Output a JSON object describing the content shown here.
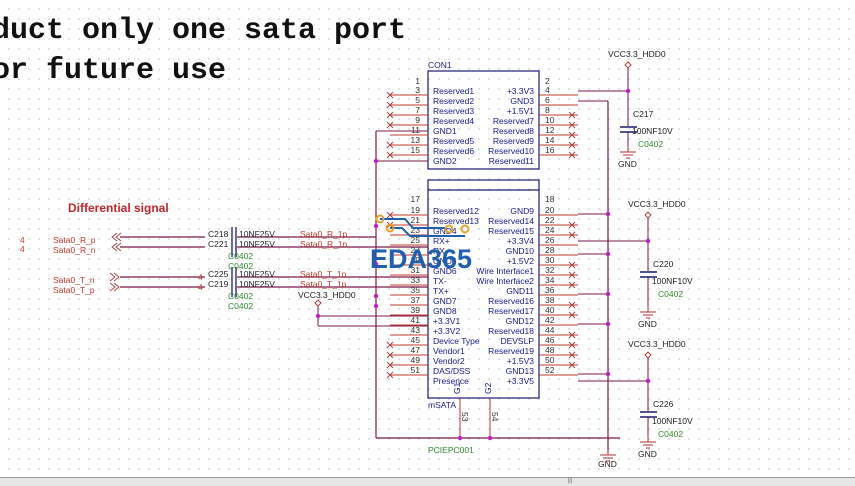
{
  "note": {
    "line1": "duct only one sata port",
    "line2": "or future use"
  },
  "differential_label": "Differential signal",
  "connector": {
    "ref": "CON1",
    "type": "mSATA",
    "footprint": "PCIEPC001",
    "left_pins": [
      {
        "num": "1",
        "name": ""
      },
      {
        "num": "3",
        "name": "Reserved1"
      },
      {
        "num": "5",
        "name": "Reserved2"
      },
      {
        "num": "7",
        "name": "Reserved3"
      },
      {
        "num": "9",
        "name": "Reserved4"
      },
      {
        "num": "11",
        "name": "GND1"
      },
      {
        "num": "13",
        "name": "Reserved5"
      },
      {
        "num": "15",
        "name": "Reserved6"
      },
      {
        "num": "",
        "name": "GND2"
      },
      {
        "num": "17",
        "name": ""
      },
      {
        "num": "19",
        "name": "Reserved12"
      },
      {
        "num": "21",
        "name": "Reserved13"
      },
      {
        "num": "23",
        "name": "GND4"
      },
      {
        "num": "25",
        "name": "RX+"
      },
      {
        "num": "27",
        "name": "RX-"
      },
      {
        "num": "29",
        "name": "GND5"
      },
      {
        "num": "31",
        "name": "GND6"
      },
      {
        "num": "33",
        "name": "TX-"
      },
      {
        "num": "35",
        "name": "TX+"
      },
      {
        "num": "37",
        "name": "GND7"
      },
      {
        "num": "39",
        "name": "GND8"
      },
      {
        "num": "41",
        "name": "+3.3V1"
      },
      {
        "num": "43",
        "name": "+3.3V2"
      },
      {
        "num": "45",
        "name": "Device Type"
      },
      {
        "num": "47",
        "name": "Vendor1"
      },
      {
        "num": "49",
        "name": "Vendor2"
      },
      {
        "num": "51",
        "name": "DAS/DSS"
      },
      {
        "num": "",
        "name": "Presence"
      }
    ],
    "right_pins": [
      {
        "num": "2",
        "name": ""
      },
      {
        "num": "4",
        "name": "+3.3V3"
      },
      {
        "num": "6",
        "name": "GND3"
      },
      {
        "num": "8",
        "name": "+1.5V1"
      },
      {
        "num": "10",
        "name": "Reserved7"
      },
      {
        "num": "12",
        "name": "Reserved8"
      },
      {
        "num": "14",
        "name": "Reserved9"
      },
      {
        "num": "16",
        "name": "Reserved10"
      },
      {
        "num": "",
        "name": "Reserved11"
      },
      {
        "num": "18",
        "name": ""
      },
      {
        "num": "20",
        "name": "GND9"
      },
      {
        "num": "22",
        "name": "Reserved14"
      },
      {
        "num": "24",
        "name": "Reserved15"
      },
      {
        "num": "26",
        "name": "+3.3V4"
      },
      {
        "num": "28",
        "name": "GND10"
      },
      {
        "num": "30",
        "name": "+1.5V2"
      },
      {
        "num": "32",
        "name": "Wire Interface1"
      },
      {
        "num": "34",
        "name": "Wire Interface2"
      },
      {
        "num": "36",
        "name": "GND11"
      },
      {
        "num": "38",
        "name": "Reserved16"
      },
      {
        "num": "40",
        "name": "Reserved17"
      },
      {
        "num": "42",
        "name": "GND12"
      },
      {
        "num": "44",
        "name": "Reserved18"
      },
      {
        "num": "46",
        "name": "DEVSLP"
      },
      {
        "num": "48",
        "name": "Reserved19"
      },
      {
        "num": "50",
        "name": "+1.5V3"
      },
      {
        "num": "52",
        "name": "GND13"
      },
      {
        "num": "",
        "name": "+3.3V5"
      }
    ],
    "bottom_pins": [
      {
        "num": "53",
        "name": "G1"
      },
      {
        "num": "54",
        "name": "G2"
      }
    ]
  },
  "nets": {
    "rp": "Sata0_R_p",
    "rn": "Sata0_R_n",
    "tn": "Sata0_T_n",
    "tp": "Sata0_T_p",
    "r1p": "Sata0_R_1p",
    "r1n": "Sata0_R_1n",
    "t1n": "Sata0_T_1n",
    "t1p": "Sata0_T_1p",
    "sheet_ref": "4",
    "vcc_mid": "VCC3.3_HDD0"
  },
  "coupling_caps": [
    {
      "ref": "C218",
      "value": "10NF25V",
      "footprint": "C0402"
    },
    {
      "ref": "C221",
      "value": "10NF25V",
      "footprint": "C0402"
    },
    {
      "ref": "C225",
      "value": "10NF25V",
      "footprint": "C0402"
    },
    {
      "ref": "C219",
      "value": "10NF25V",
      "footprint": "C0402"
    }
  ],
  "decoupling": [
    {
      "power": "VCC3.3_HDD0",
      "ref": "C217",
      "value": "100NF10V",
      "footprint": "C0402",
      "gnd": "GND"
    },
    {
      "power": "VCC3.3_HDD0",
      "ref": "C220",
      "value": "100NF10V",
      "footprint": "C0402",
      "gnd": "GND"
    },
    {
      "power": "VCC3.3_HDD0",
      "ref": "C226",
      "value": "100NF10V",
      "footprint": "C0402",
      "gnd": "GND"
    }
  ],
  "gnd_bottom": "GND",
  "watermark": "EDA365",
  "colors": {
    "wire": "#7a1a4a",
    "pin": "#c0392b",
    "junction": "#c020c0",
    "body": "#1a1a6e",
    "net": "#c0392b",
    "footprint": "#2e8b2e"
  }
}
